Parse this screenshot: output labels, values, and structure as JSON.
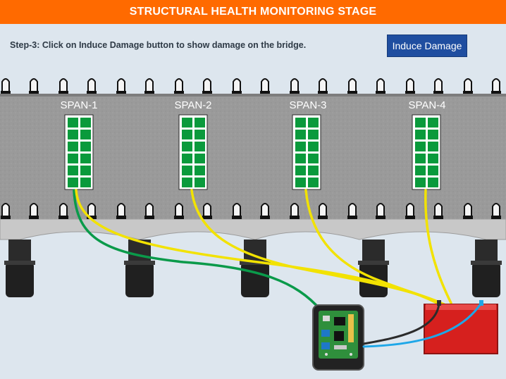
{
  "header": {
    "title": "STRUCTURAL HEALTH MONITORING STAGE"
  },
  "instruction": {
    "step": "Step-3:",
    "text": " Click on Induce Damage button to show damage on the bridge."
  },
  "controls": {
    "induce_damage_label": "Induce Damage"
  },
  "spans": [
    {
      "label": "SPAN-1"
    },
    {
      "label": "SPAN-2"
    },
    {
      "label": "SPAN-3"
    },
    {
      "label": "SPAN-4"
    }
  ],
  "colors": {
    "header": "#ff6a00",
    "button": "#1f4ea0",
    "sensor_green": "#0a9a3c",
    "wire_yellow": "#f2e200",
    "wire_green": "#0a9a4a",
    "wire_blue": "#1ea7e8",
    "battery_red": "#d6201e"
  }
}
